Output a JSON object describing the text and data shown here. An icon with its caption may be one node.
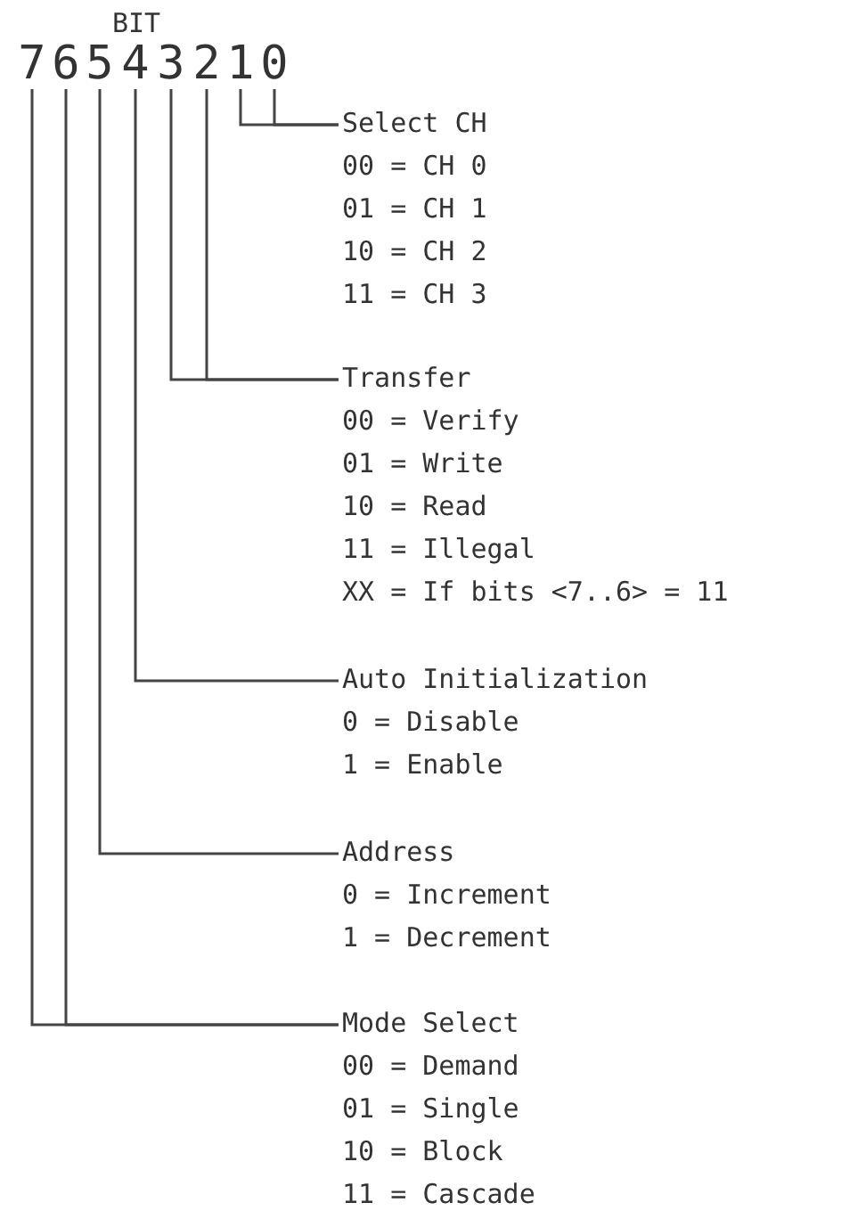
{
  "diagram": {
    "nodes": [
      {
        "text": [
          "7"
        ]
      },
      {
        "text": [
          "6"
        ]
      },
      {
        "text": [
          "5"
        ]
      },
      {
        "text": [
          "4"
        ]
      },
      {
        "text": [
          "3"
        ]
      },
      {
        "text": [
          "2"
        ]
      },
      {
        "text": [
          "1"
        ]
      },
      {
        "text": [
          "0"
        ]
      },
      {
        "text": [
          "Select CH",
          "00 = CH 0",
          "01 = CH 1",
          "10 = CH 2",
          "11 = CH 3"
        ]
      },
      {
        "text": [
          "Transfer",
          "00 = Verify",
          "01 = Write",
          "10 = Read",
          "11 = Illegal",
          "XX = If bits <7..6> = 11"
        ]
      },
      {
        "text": [
          "Auto Initialization",
          "0 = Disable",
          "1 = Enable"
        ]
      },
      {
        "text": [
          "Address",
          "0 = Increment",
          "1 = Decrement"
        ]
      },
      {
        "text": [
          "Mode Select",
          "00 = Demand",
          "01 = Single",
          "10 = Block",
          "11 = Cascade"
        ]
      }
    ],
    "edges": [
      {
        "from": 7,
        "to": 8,
        "arrow": "none"
      },
      {
        "from": 6,
        "to": 8,
        "arrow": "none"
      },
      {
        "from": 5,
        "to": 9,
        "arrow": "none"
      },
      {
        "from": 4,
        "to": 9,
        "arrow": "none"
      },
      {
        "from": 3,
        "to": 10,
        "arrow": "none"
      },
      {
        "from": 2,
        "to": 11,
        "arrow": "none"
      },
      {
        "from": 1,
        "to": 12,
        "arrow": "none"
      },
      {
        "from": 0,
        "to": 12,
        "arrow": "none"
      }
    ],
    "labels": [
      "BIT"
    ]
  }
}
